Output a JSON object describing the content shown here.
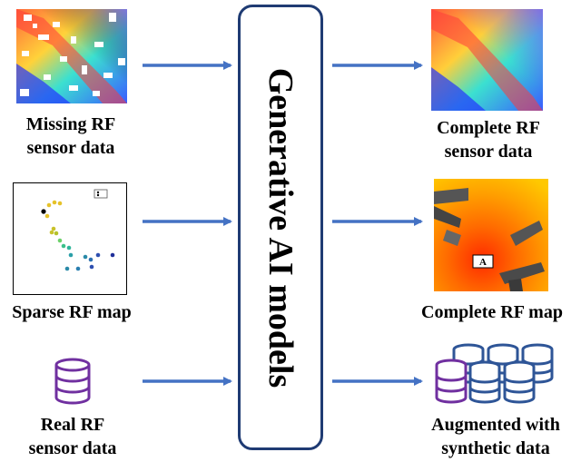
{
  "center": {
    "title": "Generative AI models"
  },
  "inputs": [
    {
      "line1": "Missing RF",
      "line2": "sensor data"
    },
    {
      "line1": "Sparse RF map"
    },
    {
      "line1": "Real RF",
      "line2": "sensor data"
    }
  ],
  "outputs": [
    {
      "line1": "Complete RF",
      "line2": "sensor data"
    },
    {
      "line1": "Complete RF map"
    },
    {
      "line1": "Augmented with",
      "line2": "synthetic data"
    }
  ],
  "map_marker": "A",
  "colors": {
    "arrow": "#4472c4",
    "box_border": "#1f3b73",
    "db_purple": "#7030a0",
    "db_blue": "#2e5597"
  }
}
